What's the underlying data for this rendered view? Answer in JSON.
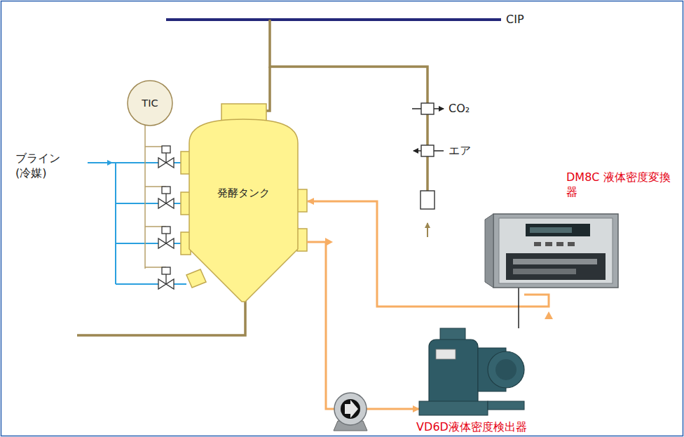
{
  "diagram": {
    "nodes": [
      {
        "text": [
          "TIC"
        ]
      },
      {
        "text": [
          "発酵タンク"
        ]
      },
      {
        "text": [
          "DM8C 液体密度変換器"
        ]
      },
      {
        "text": [
          "VD6D液体密度検出器"
        ]
      }
    ],
    "edges": [
      {
        "from": 1,
        "to": 3,
        "arrow": "to"
      },
      {
        "from": 3,
        "to": 1,
        "arrow": "to"
      },
      {
        "from": 2,
        "to": 3,
        "arrow": "none"
      }
    ],
    "labels": [
      "CIP",
      "CO₂",
      "エア",
      "ブライン (冷媒)"
    ]
  }
}
